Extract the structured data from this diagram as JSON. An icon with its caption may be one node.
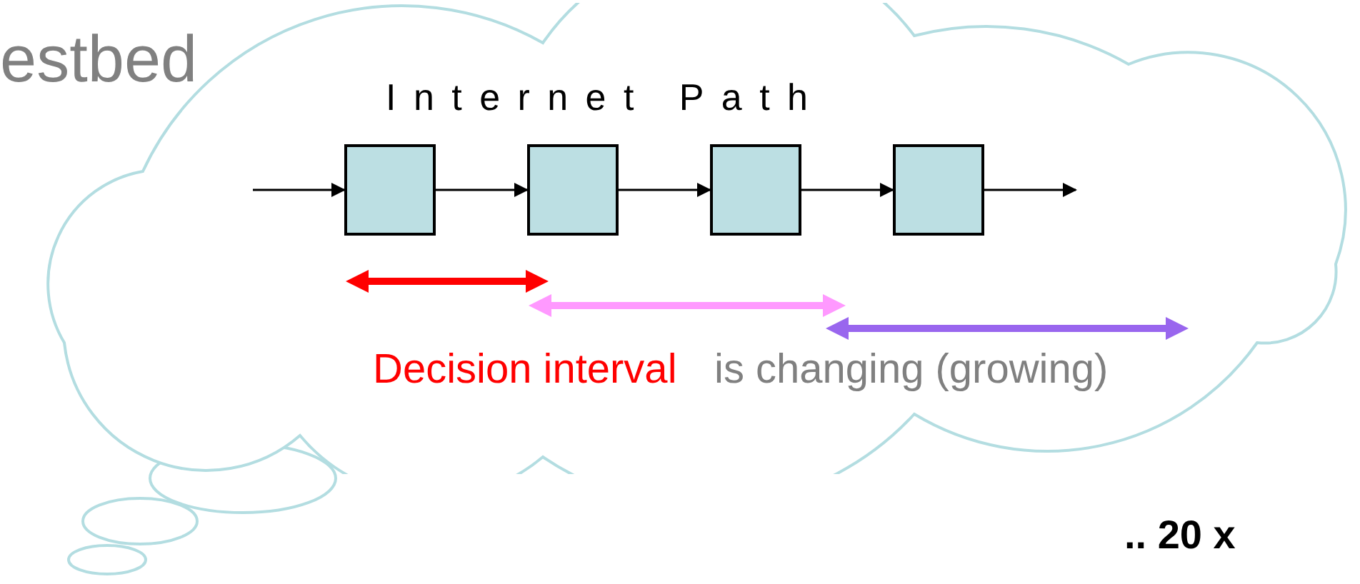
{
  "diagram": {
    "title": "estbed",
    "nodes": [
      {
        "text": [
          "Internet Path"
        ]
      },
      {
        "text": [],
        "shape": "box",
        "in": 0
      },
      {
        "text": [],
        "shape": "box",
        "in": 0
      },
      {
        "text": [],
        "shape": "box",
        "in": 0
      },
      {
        "text": [],
        "shape": "box",
        "in": 0
      }
    ],
    "edges": [
      {
        "from": null,
        "to": 1,
        "arrow": "to"
      },
      {
        "from": 1,
        "to": 2,
        "arrow": "to"
      },
      {
        "from": 2,
        "to": 3,
        "arrow": "to"
      },
      {
        "from": 3,
        "to": 4,
        "arrow": "to"
      },
      {
        "from": 4,
        "to": null,
        "arrow": "to"
      }
    ],
    "labels": [
      "Decision interval",
      "is changing (growing)",
      ".. 20 x"
    ]
  }
}
